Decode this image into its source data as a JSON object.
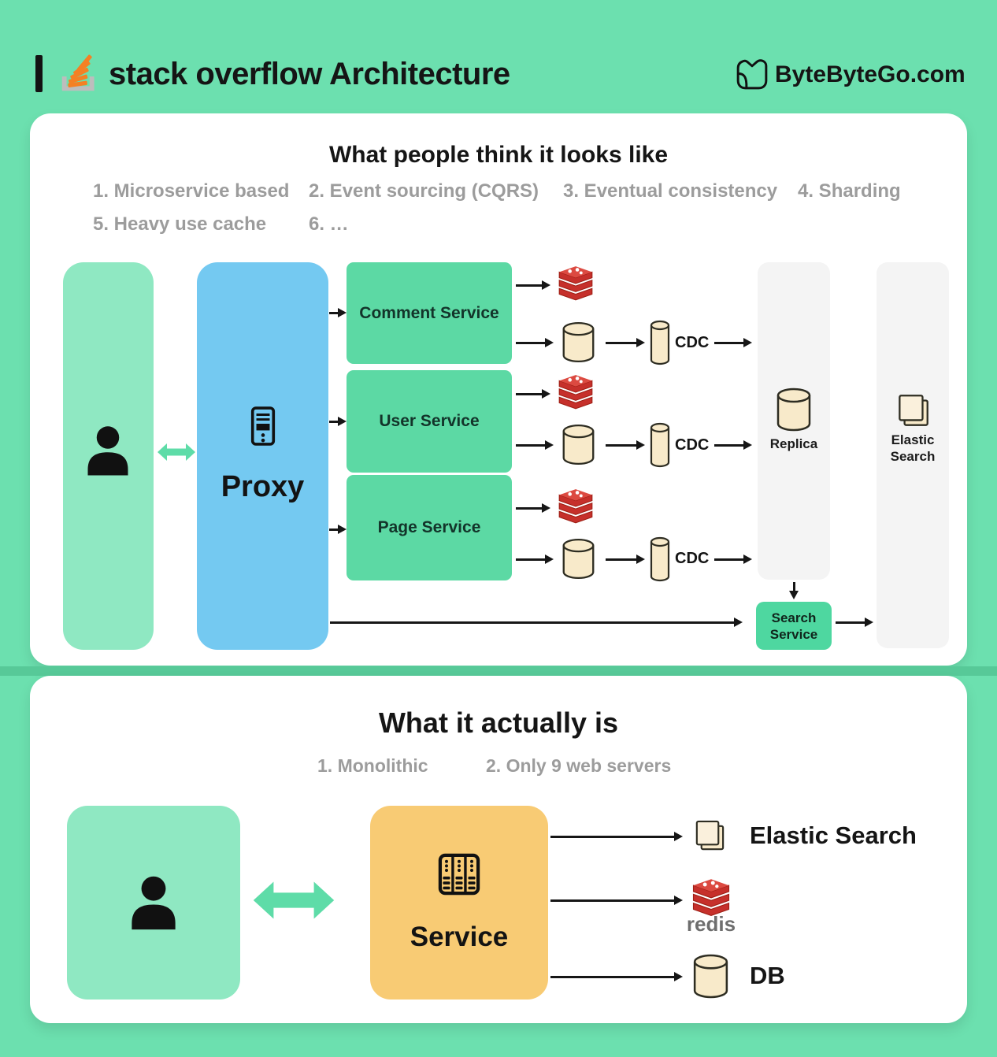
{
  "header": {
    "title": "stack overflow Architecture",
    "brand": "ByteByteGo.com"
  },
  "top_panel": {
    "title": "What people think it looks like",
    "assumptions": [
      "1. Microservice based",
      "2. Event sourcing (CQRS)",
      "3. Eventual consistency",
      "4. Sharding",
      "5. Heavy use cache",
      "6. …"
    ],
    "proxy_label": "Proxy",
    "services": [
      {
        "label": "Comment Service"
      },
      {
        "label": "User Service"
      },
      {
        "label": "Page Service"
      }
    ],
    "cdc_label": "CDC",
    "replica_label": "Replica",
    "elastic_search_label": "Elastic Search",
    "search_service_label": "Search Service"
  },
  "bottom_panel": {
    "title": "What it actually is",
    "facts": [
      "1.  Monolithic",
      "2. Only 9 web servers"
    ],
    "service_label": "Service",
    "targets": [
      {
        "label": "Elastic Search"
      },
      {
        "label": "redis"
      },
      {
        "label": "DB"
      }
    ]
  },
  "colors": {
    "background": "#6CE0AF",
    "panel": "#FFFFFF",
    "mint_box": "#8FE8C2",
    "service_green": "#5CD9A4",
    "proxy_blue": "#74C9F1",
    "orange": "#F8CB74",
    "cream": "#F8EACA",
    "redis_red": "#C6302B",
    "stackoverflow_orange": "#F48024",
    "gray_column": "#F4F4F4",
    "gray_text": "#9C9C9C",
    "ink": "#151515"
  }
}
